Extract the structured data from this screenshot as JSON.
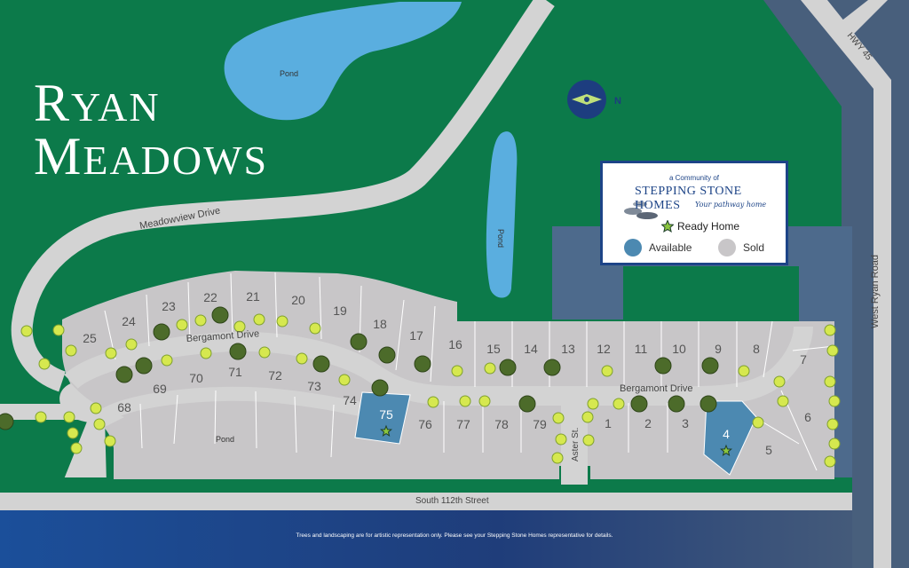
{
  "title": {
    "line1_cap": "R",
    "line1_rest": "YAN",
    "line2_cap": "M",
    "line2_rest": "EADOWS"
  },
  "compass": {
    "label": "N",
    "icon": "compass-icon"
  },
  "legend": {
    "tagline": "a Community of",
    "brand": "STEPPING STONE HOMES",
    "slogan": "Your pathway home",
    "ready_label": "Ready Home",
    "available_label": "Available",
    "sold_label": "Sold"
  },
  "colors": {
    "grass": "#0c7a4a",
    "water": "#5aaedf",
    "sold": "#c8c6c8",
    "available": "#4c89b1",
    "road": "#d3d3d3",
    "navy": "#1d4487",
    "ready_star": "#8bc53f"
  },
  "roads": {
    "meadowview": "Meadowview Drive",
    "bergamont_west": "Bergamont Drive",
    "bergamont_east": "Bergamont Drive",
    "aster": "Aster St.",
    "south_112th": "South 112th Street",
    "west_ryan": "West Ryan Road",
    "hwy45": "HWY 45"
  },
  "ponds": {
    "north": "Pond",
    "east": "Pond",
    "south": "Pond"
  },
  "lots": [
    {
      "number": "1",
      "status": "sold",
      "ready": false
    },
    {
      "number": "2",
      "status": "sold",
      "ready": false
    },
    {
      "number": "3",
      "status": "sold",
      "ready": false
    },
    {
      "number": "4",
      "status": "available",
      "ready": true
    },
    {
      "number": "5",
      "status": "sold",
      "ready": false
    },
    {
      "number": "6",
      "status": "sold",
      "ready": false
    },
    {
      "number": "7",
      "status": "sold",
      "ready": false
    },
    {
      "number": "8",
      "status": "sold",
      "ready": false
    },
    {
      "number": "9",
      "status": "sold",
      "ready": false
    },
    {
      "number": "10",
      "status": "sold",
      "ready": false
    },
    {
      "number": "11",
      "status": "sold",
      "ready": false
    },
    {
      "number": "12",
      "status": "sold",
      "ready": false
    },
    {
      "number": "13",
      "status": "sold",
      "ready": false
    },
    {
      "number": "14",
      "status": "sold",
      "ready": false
    },
    {
      "number": "15",
      "status": "sold",
      "ready": false
    },
    {
      "number": "16",
      "status": "sold",
      "ready": false
    },
    {
      "number": "17",
      "status": "sold",
      "ready": false
    },
    {
      "number": "18",
      "status": "sold",
      "ready": false
    },
    {
      "number": "19",
      "status": "sold",
      "ready": false
    },
    {
      "number": "20",
      "status": "sold",
      "ready": false
    },
    {
      "number": "21",
      "status": "sold",
      "ready": false
    },
    {
      "number": "22",
      "status": "sold",
      "ready": false
    },
    {
      "number": "23",
      "status": "sold",
      "ready": false
    },
    {
      "number": "24",
      "status": "sold",
      "ready": false
    },
    {
      "number": "25",
      "status": "sold",
      "ready": false
    },
    {
      "number": "68",
      "status": "sold",
      "ready": false
    },
    {
      "number": "69",
      "status": "sold",
      "ready": false
    },
    {
      "number": "70",
      "status": "sold",
      "ready": false
    },
    {
      "number": "71",
      "status": "sold",
      "ready": false
    },
    {
      "number": "72",
      "status": "sold",
      "ready": false
    },
    {
      "number": "73",
      "status": "sold",
      "ready": false
    },
    {
      "number": "74",
      "status": "sold",
      "ready": false
    },
    {
      "number": "75",
      "status": "available",
      "ready": true
    },
    {
      "number": "76",
      "status": "sold",
      "ready": false
    },
    {
      "number": "77",
      "status": "sold",
      "ready": false
    },
    {
      "number": "78",
      "status": "sold",
      "ready": false
    },
    {
      "number": "79",
      "status": "sold",
      "ready": false
    }
  ],
  "disclaimer": "Trees and landscaping are for artistic representation only.  Please see your Stepping Stone Homes representative for details."
}
